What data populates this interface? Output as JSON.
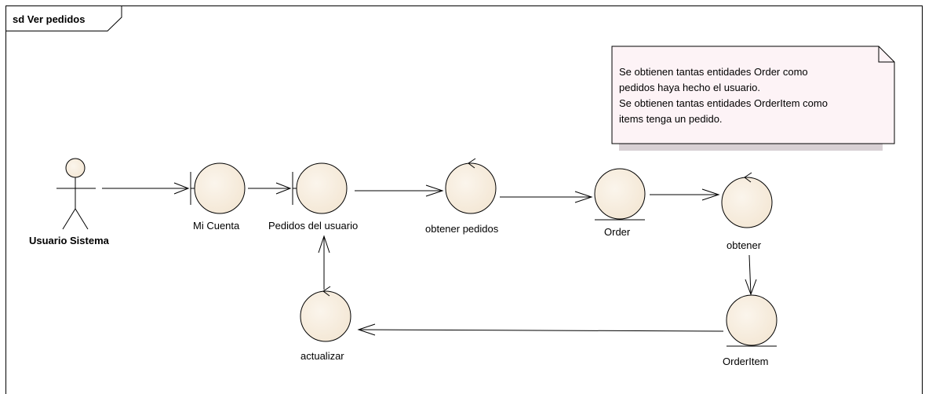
{
  "frame": {
    "title": "sd Ver pedidos"
  },
  "colors": {
    "element_fill": "#f3e6d3",
    "note_fill": "#fdf3f6",
    "line": "#000000"
  },
  "actor": {
    "label": "Usuario Sistema"
  },
  "elements": {
    "mi_cuenta": {
      "label": "Mi Cuenta",
      "kind": "boundary"
    },
    "pedidos_usuario": {
      "label": "Pedidos del usuario",
      "kind": "boundary"
    },
    "obtener_pedidos": {
      "label": "obtener pedidos",
      "kind": "control"
    },
    "order": {
      "label": "Order",
      "kind": "entity"
    },
    "obtener": {
      "label": "obtener",
      "kind": "control"
    },
    "orderitem": {
      "label": "OrderItem",
      "kind": "entity"
    },
    "actualizar": {
      "label": "actualizar",
      "kind": "control"
    }
  },
  "note": {
    "lines": [
      "Se obtienen tantas entidades Order como",
      "pedidos haya hecho el usuario.",
      "Se obtienen tantas entidades OrderItem como",
      "items tenga un pedido."
    ]
  }
}
